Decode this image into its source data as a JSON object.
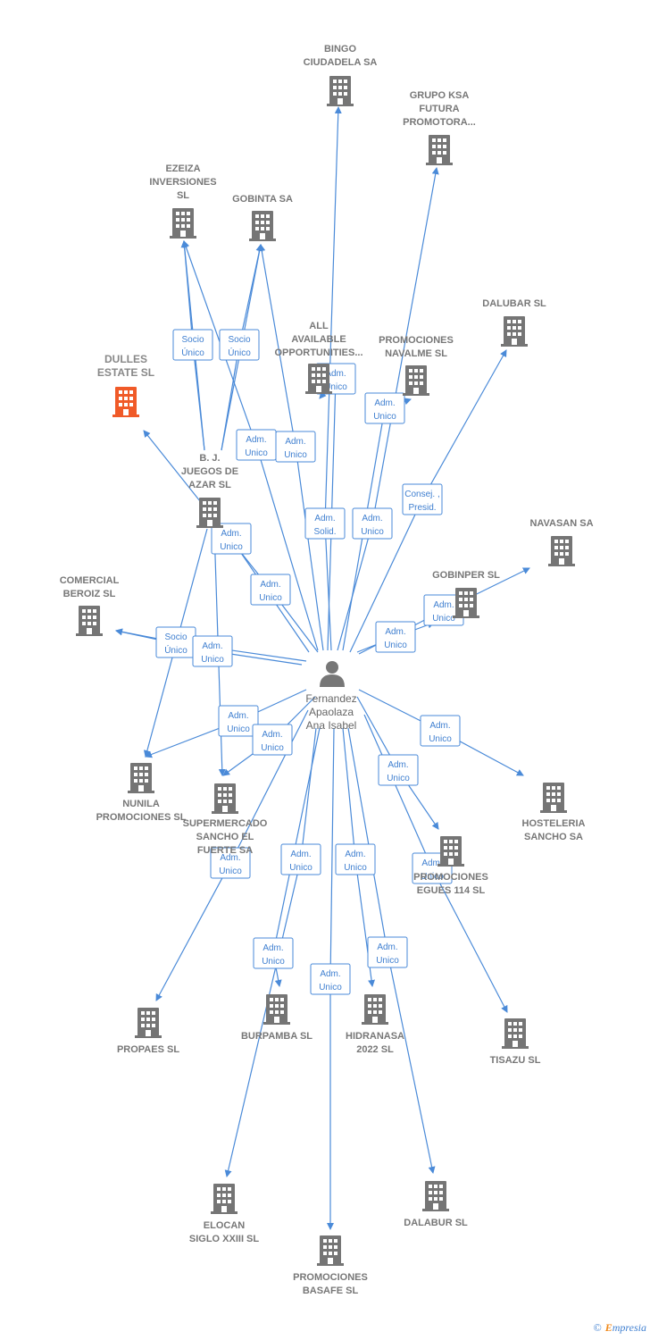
{
  "person": {
    "name_lines": [
      "Fernandez",
      "Apaolaza",
      "Ana Isabel"
    ]
  },
  "companies": [
    {
      "id": "bingo",
      "lines": [
        "BINGO",
        "CIUDADELA SA"
      ]
    },
    {
      "id": "grupoksa",
      "lines": [
        "GRUPO KSA",
        "FUTURA",
        "PROMOTORA..."
      ]
    },
    {
      "id": "ezeiza",
      "lines": [
        "EZEIZA",
        "INVERSIONES",
        "SL"
      ]
    },
    {
      "id": "gobinta",
      "lines": [
        "GOBINTA SA"
      ]
    },
    {
      "id": "dalubar",
      "lines": [
        "DALUBAR SL"
      ]
    },
    {
      "id": "allavailable",
      "lines": [
        "ALL",
        "AVAILABLE",
        "OPPORTUNITIES..."
      ]
    },
    {
      "id": "navalme",
      "lines": [
        "PROMOCIONES",
        "NAVALME SL"
      ]
    },
    {
      "id": "dulles",
      "lines": [
        "DULLES",
        "ESTATE SL"
      ],
      "focus": true
    },
    {
      "id": "bj",
      "lines": [
        "B. J.",
        "JUEGOS DE",
        "AZAR SL"
      ]
    },
    {
      "id": "navasan",
      "lines": [
        "NAVASAN SA"
      ]
    },
    {
      "id": "gobinper",
      "lines": [
        "GOBINPER SL"
      ]
    },
    {
      "id": "beroiz",
      "lines": [
        "COMERCIAL",
        "BEROIZ SL"
      ]
    },
    {
      "id": "nunila",
      "lines": [
        "NUNILA",
        "PROMOCIONES SL"
      ]
    },
    {
      "id": "supermercado",
      "lines": [
        "SUPERMERCADO",
        "SANCHO EL",
        "FUERTE SA"
      ]
    },
    {
      "id": "hosteleria",
      "lines": [
        "HOSTELERIA",
        "SANCHO SA"
      ]
    },
    {
      "id": "egues",
      "lines": [
        "PROMOCIONES",
        "EGUES 114 SL"
      ]
    },
    {
      "id": "propaes",
      "lines": [
        "PROPAES SL"
      ]
    },
    {
      "id": "burpamba",
      "lines": [
        "BURPAMBA SL"
      ]
    },
    {
      "id": "hidranasa",
      "lines": [
        "HIDRANASA",
        "2022 SL"
      ]
    },
    {
      "id": "tisazu",
      "lines": [
        "TISAZU SL"
      ]
    },
    {
      "id": "elocan",
      "lines": [
        "ELOCAN",
        "SIGLO XXIII SL"
      ]
    },
    {
      "id": "dalabur",
      "lines": [
        "DALABUR SL"
      ]
    },
    {
      "id": "basafe",
      "lines": [
        "PROMOCIONES",
        "BASAFE SL"
      ]
    }
  ],
  "relations": [
    {
      "id": "r-bingo",
      "lines": [
        "Adm.",
        "Solid."
      ]
    },
    {
      "id": "r-grupoksa",
      "lines": [
        "Adm.",
        "Unico"
      ]
    },
    {
      "id": "r-ezeiza-socio",
      "lines": [
        "Socio",
        "Único"
      ]
    },
    {
      "id": "r-gobinta-socio",
      "lines": [
        "Socio",
        "Único"
      ]
    },
    {
      "id": "r-ezeiza-adm",
      "lines": [
        "Adm.",
        "Unico"
      ]
    },
    {
      "id": "r-gobinta-adm",
      "lines": [
        "Adm.",
        "Unico"
      ]
    },
    {
      "id": "r-allavailable",
      "lines": [
        "Adm.",
        "Unico"
      ]
    },
    {
      "id": "r-navalme",
      "lines": [
        "Adm.",
        "Unico"
      ]
    },
    {
      "id": "r-dalubar",
      "lines": [
        "Consej. ,",
        "Presid."
      ]
    },
    {
      "id": "r-dulles",
      "lines": [
        "Adm.",
        "Unico"
      ]
    },
    {
      "id": "r-bj",
      "lines": [
        "Adm.",
        "Unico"
      ]
    },
    {
      "id": "r-navasan",
      "lines": [
        "Adm.",
        "Unico"
      ]
    },
    {
      "id": "r-gobinper",
      "lines": [
        "Adm.",
        "Unico"
      ]
    },
    {
      "id": "r-beroiz-socio",
      "lines": [
        "Socio",
        "Único"
      ]
    },
    {
      "id": "r-beroiz-adm",
      "lines": [
        "Adm.",
        "Unico"
      ]
    },
    {
      "id": "r-nunila",
      "lines": [
        "Adm.",
        "Unico"
      ]
    },
    {
      "id": "r-supermercado",
      "lines": [
        "Adm.",
        "Unico"
      ]
    },
    {
      "id": "r-hosteleria",
      "lines": [
        "Adm.",
        "Unico"
      ]
    },
    {
      "id": "r-egues",
      "lines": [
        "Adm.",
        "Unico"
      ]
    },
    {
      "id": "r-propaes",
      "lines": [
        "Adm.",
        "Unico"
      ]
    },
    {
      "id": "r-burpamba",
      "lines": [
        "Adm.",
        "Unico"
      ]
    },
    {
      "id": "r-hidranasa",
      "lines": [
        "Adm.",
        "Unico"
      ]
    },
    {
      "id": "r-tisazu",
      "lines": [
        "Adm.",
        "Unico"
      ]
    },
    {
      "id": "r-elocan",
      "lines": [
        "Adm.",
        "Unico"
      ]
    },
    {
      "id": "r-dalabur",
      "lines": [
        "Adm.",
        "Unico"
      ]
    },
    {
      "id": "r-basafe",
      "lines": [
        "Adm.",
        "Unico"
      ]
    }
  ],
  "colors": {
    "edge": "#4a8ad8",
    "building": "#757575",
    "focus_building": "#f05a28"
  },
  "footer": {
    "copyright": "©",
    "brand_first": "E",
    "brand_rest": "mpresia"
  }
}
